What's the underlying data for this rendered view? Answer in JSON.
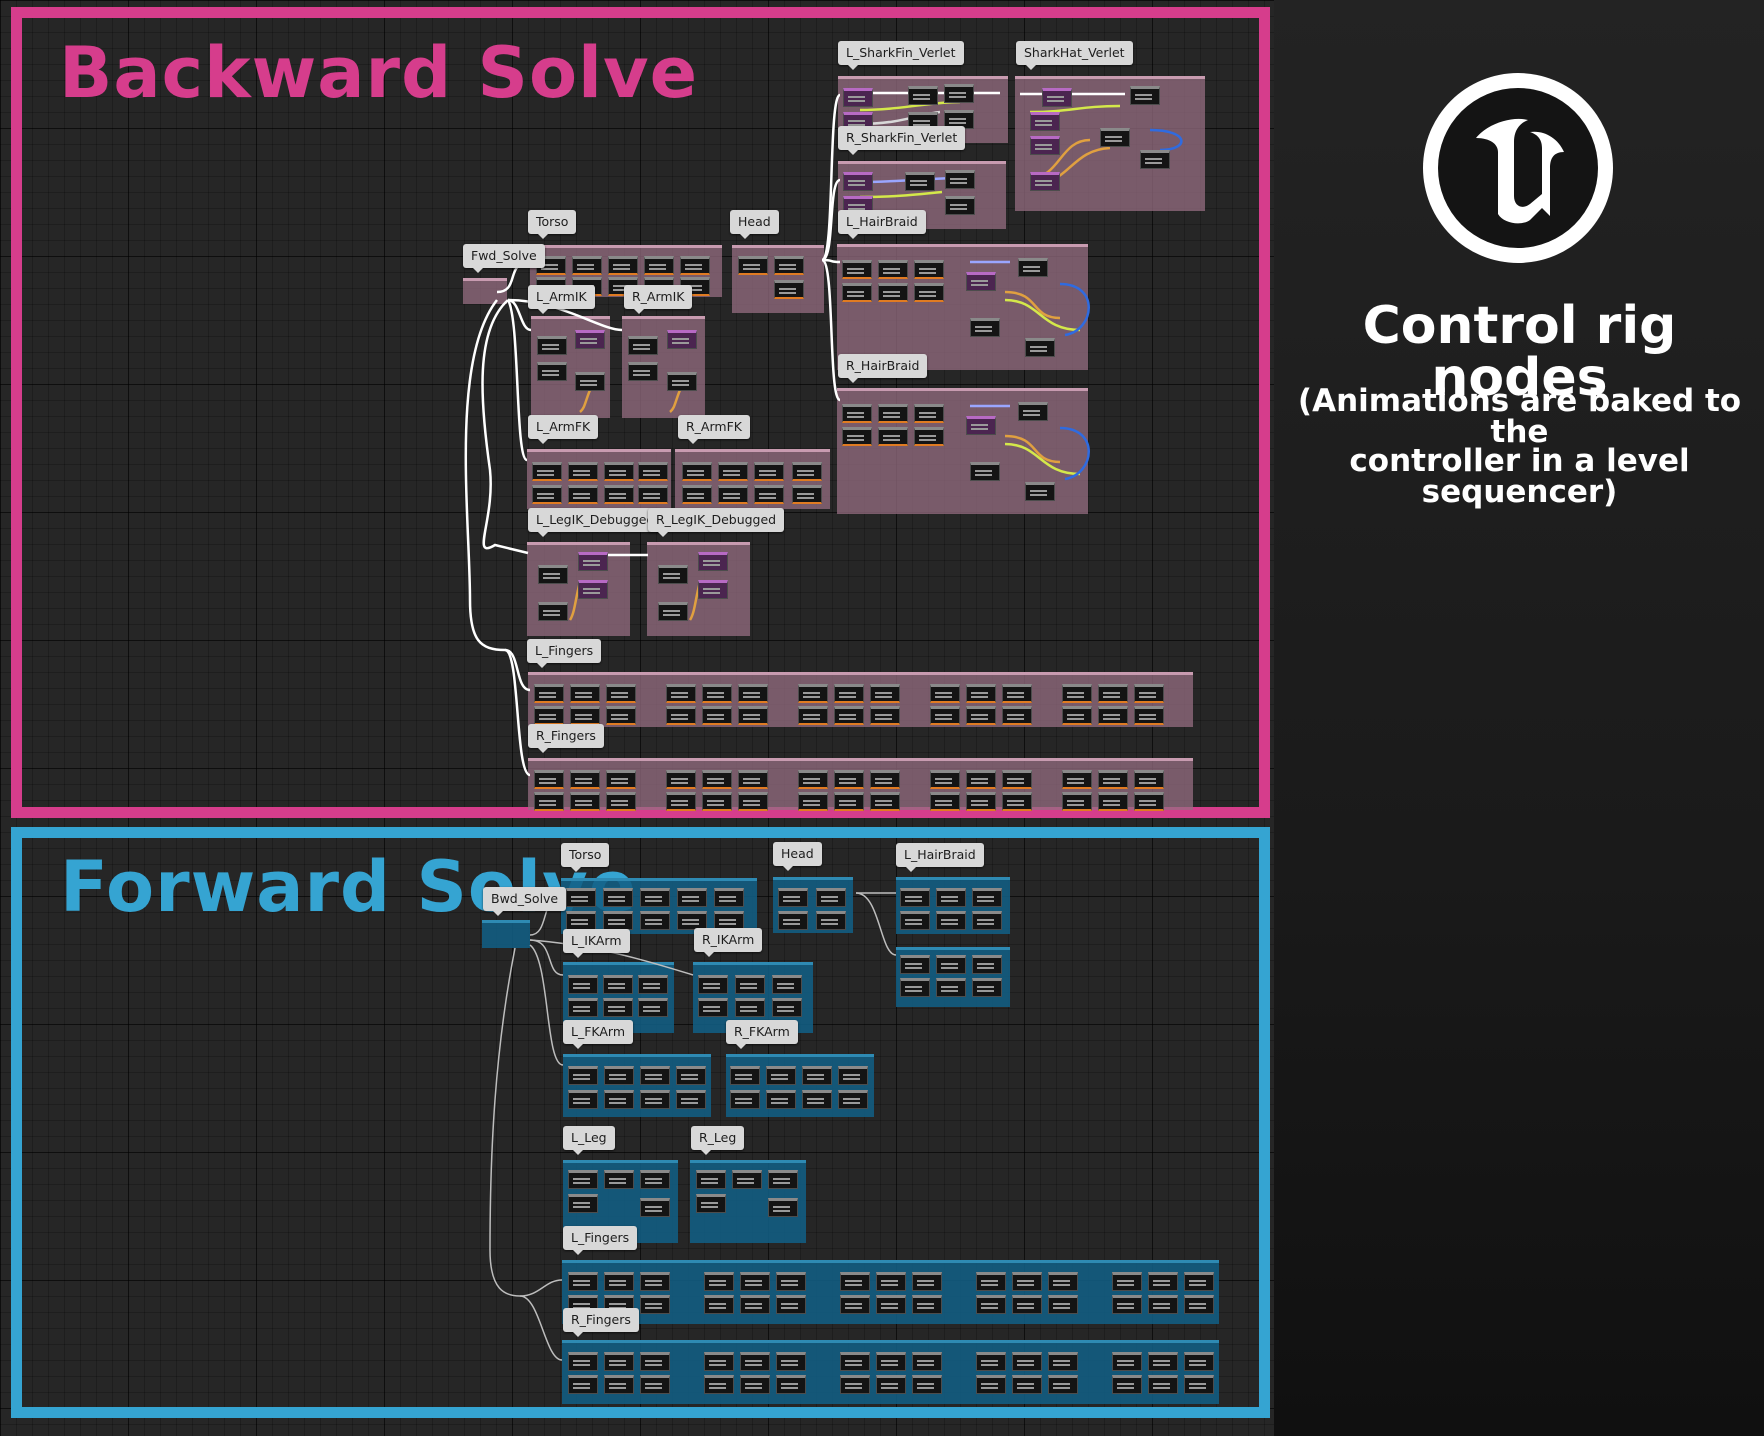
{
  "sidebar": {
    "logo": "unreal-engine-logo",
    "title": "Control rig nodes",
    "subtitle_line1": "(Animations are baked to the",
    "subtitle_line2": "controller in a level sequencer)"
  },
  "backward": {
    "title": "Backward Solve",
    "color": "#d63d8c",
    "labels": {
      "l_sharkfin": "L_SharkFin_Verlet",
      "sharkhat": "SharkHat_Verlet",
      "r_sharkfin": "R_SharkFin_Verlet",
      "torso": "Torso",
      "head": "Head",
      "fwd_solve": "Fwd_Solve",
      "l_armik": "L_ArmIK",
      "r_armik": "R_ArmIK",
      "l_hairbraid": "L_HairBraid",
      "r_hairbraid": "R_HairBraid",
      "l_armfk": "L_ArmFK",
      "r_armfk": "R_ArmFK",
      "l_legik": "L_LegIK_Debugged",
      "r_legik": "R_LegIK_Debugged",
      "l_fingers": "L_Fingers",
      "r_fingers": "R_Fingers"
    }
  },
  "forward": {
    "title": "Forward Solve",
    "color": "#35a4d2",
    "labels": {
      "torso": "Torso",
      "head": "Head",
      "l_hairbraid": "L_HairBraid",
      "bwd_solve": "Bwd_Solve",
      "l_ikarm": "L_IKArm",
      "r_ikarm": "R_IKArm",
      "l_fkarm": "L_FKArm",
      "r_fkarm": "R_FKArm",
      "l_leg": "L_Leg",
      "r_leg": "R_Leg",
      "l_fingers": "L_Fingers",
      "r_fingers": "R_Fingers"
    }
  }
}
